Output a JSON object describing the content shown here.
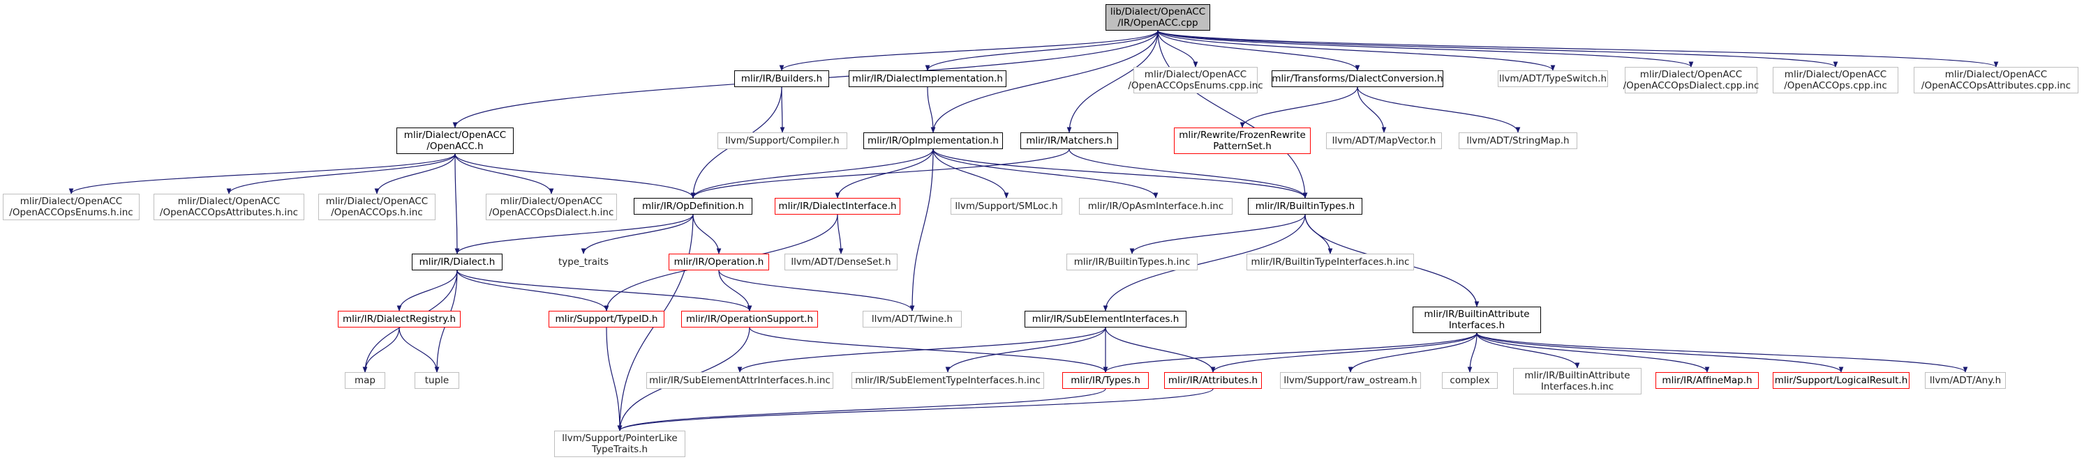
{
  "graph": {
    "edge_color": "#191970",
    "nodes": {
      "root": "lib/Dialect/OpenACC\n/IR/OpenACC.cpp",
      "openacc_h": "mlir/Dialect/OpenACC\n/OpenACC.h",
      "builders_h": "mlir/IR/Builders.h",
      "dialect_impl_h": "mlir/IR/DialectImplementation.h",
      "op_impl_h": "mlir/IR/OpImplementation.h",
      "matchers_h": "mlir/IR/Matchers.h",
      "enums_cpp_inc": "mlir/Dialect/OpenACC\n/OpenACCOpsEnums.cpp.inc",
      "dialect_conv_h": "mlir/Transforms/DialectConversion.h",
      "typeswitch_h": "llvm/ADT/TypeSwitch.h",
      "ops_dialect_cpp_inc": "mlir/Dialect/OpenACC\n/OpenACCOpsDialect.cpp.inc",
      "ops_cpp_inc": "mlir/Dialect/OpenACC\n/OpenACCOps.cpp.inc",
      "ops_attrs_cpp_inc": "mlir/Dialect/OpenACC\n/OpenACCOpsAttributes.cpp.inc",
      "compiler_h": "llvm/Support/Compiler.h",
      "frozen_h": "mlir/Rewrite/FrozenRewrite\nPatternSet.h",
      "mapvector_h": "llvm/ADT/MapVector.h",
      "stringmap_h": "llvm/ADT/StringMap.h",
      "enums_h_inc": "mlir/Dialect/OpenACC\n/OpenACCOpsEnums.h.inc",
      "attrs_h_inc": "mlir/Dialect/OpenACC\n/OpenACCOpsAttributes.h.inc",
      "ops_h_inc": "mlir/Dialect/OpenACC\n/OpenACCOps.h.inc",
      "dialect_h_inc": "mlir/Dialect/OpenACC\n/OpenACCOpsDialect.h.inc",
      "opdef_h": "mlir/IR/OpDefinition.h",
      "dialect_iface_h": "mlir/IR/DialectInterface.h",
      "smloc_h": "llvm/Support/SMLoc.h",
      "opasm_iface_h_inc": "mlir/IR/OpAsmInterface.h.inc",
      "builtin_types_h": "mlir/IR/BuiltinTypes.h",
      "dialect_h": "mlir/IR/Dialect.h",
      "type_traits": "type_traits",
      "operation_h": "mlir/IR/Operation.h",
      "denseset_h": "llvm/ADT/DenseSet.h",
      "builtin_types_h_inc": "mlir/IR/BuiltinTypes.h.inc",
      "builtin_type_ifaces_h_inc": "mlir/IR/BuiltinTypeInterfaces.h.inc",
      "dialect_registry_h": "mlir/IR/DialectRegistry.h",
      "typeid_h": "mlir/Support/TypeID.h",
      "operation_support_h": "mlir/IR/OperationSupport.h",
      "twine_h": "llvm/ADT/Twine.h",
      "subelem_ifaces_h": "mlir/IR/SubElementInterfaces.h",
      "builtin_attr_ifaces_h": "mlir/IR/BuiltinAttribute\nInterfaces.h",
      "map": "map",
      "tuple": "tuple",
      "subelem_attr_ifaces_h_inc": "mlir/IR/SubElementAttrInterfaces.h.inc",
      "subelem_type_ifaces_h_inc": "mlir/IR/SubElementTypeInterfaces.h.inc",
      "types_h": "mlir/IR/Types.h",
      "attributes_h": "mlir/IR/Attributes.h",
      "raw_ostream_h": "llvm/Support/raw_ostream.h",
      "complex": "complex",
      "builtin_attr_ifaces_h_inc": "mlir/IR/BuiltinAttribute\nInterfaces.h.inc",
      "affinemap_h": "mlir/IR/AffineMap.h",
      "logical_result_h": "mlir/Support/LogicalResult.h",
      "any_h": "llvm/ADT/Any.h",
      "pointer_like_h": "llvm/Support/PointerLike\nTypeTraits.h"
    }
  }
}
